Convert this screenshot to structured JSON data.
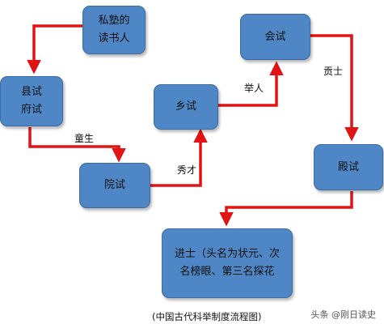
{
  "nodes": {
    "sishu": {
      "lines": [
        "私塾的",
        "读书人"
      ]
    },
    "xianshi": {
      "lines": [
        "县试",
        "府试"
      ]
    },
    "yuanshi": {
      "lines": [
        "院试"
      ]
    },
    "xiangshi": {
      "lines": [
        "乡试"
      ]
    },
    "huishi": {
      "lines": [
        "会试"
      ]
    },
    "dianshi": {
      "lines": [
        "殿试"
      ]
    },
    "jinshi": {
      "lines": [
        "进士（头名为状元、次",
        "名榜眼、第三名探花"
      ]
    }
  },
  "edges": {
    "tongsheng": "童生",
    "xiucai": "秀才",
    "juren": "举人",
    "gongshi": "贡士"
  },
  "caption": "(中国古代科举制度流程图)",
  "watermark": "头条 @刚日读史",
  "colors": {
    "node_fill": "#4f86c6",
    "arrow": "#e01414"
  }
}
